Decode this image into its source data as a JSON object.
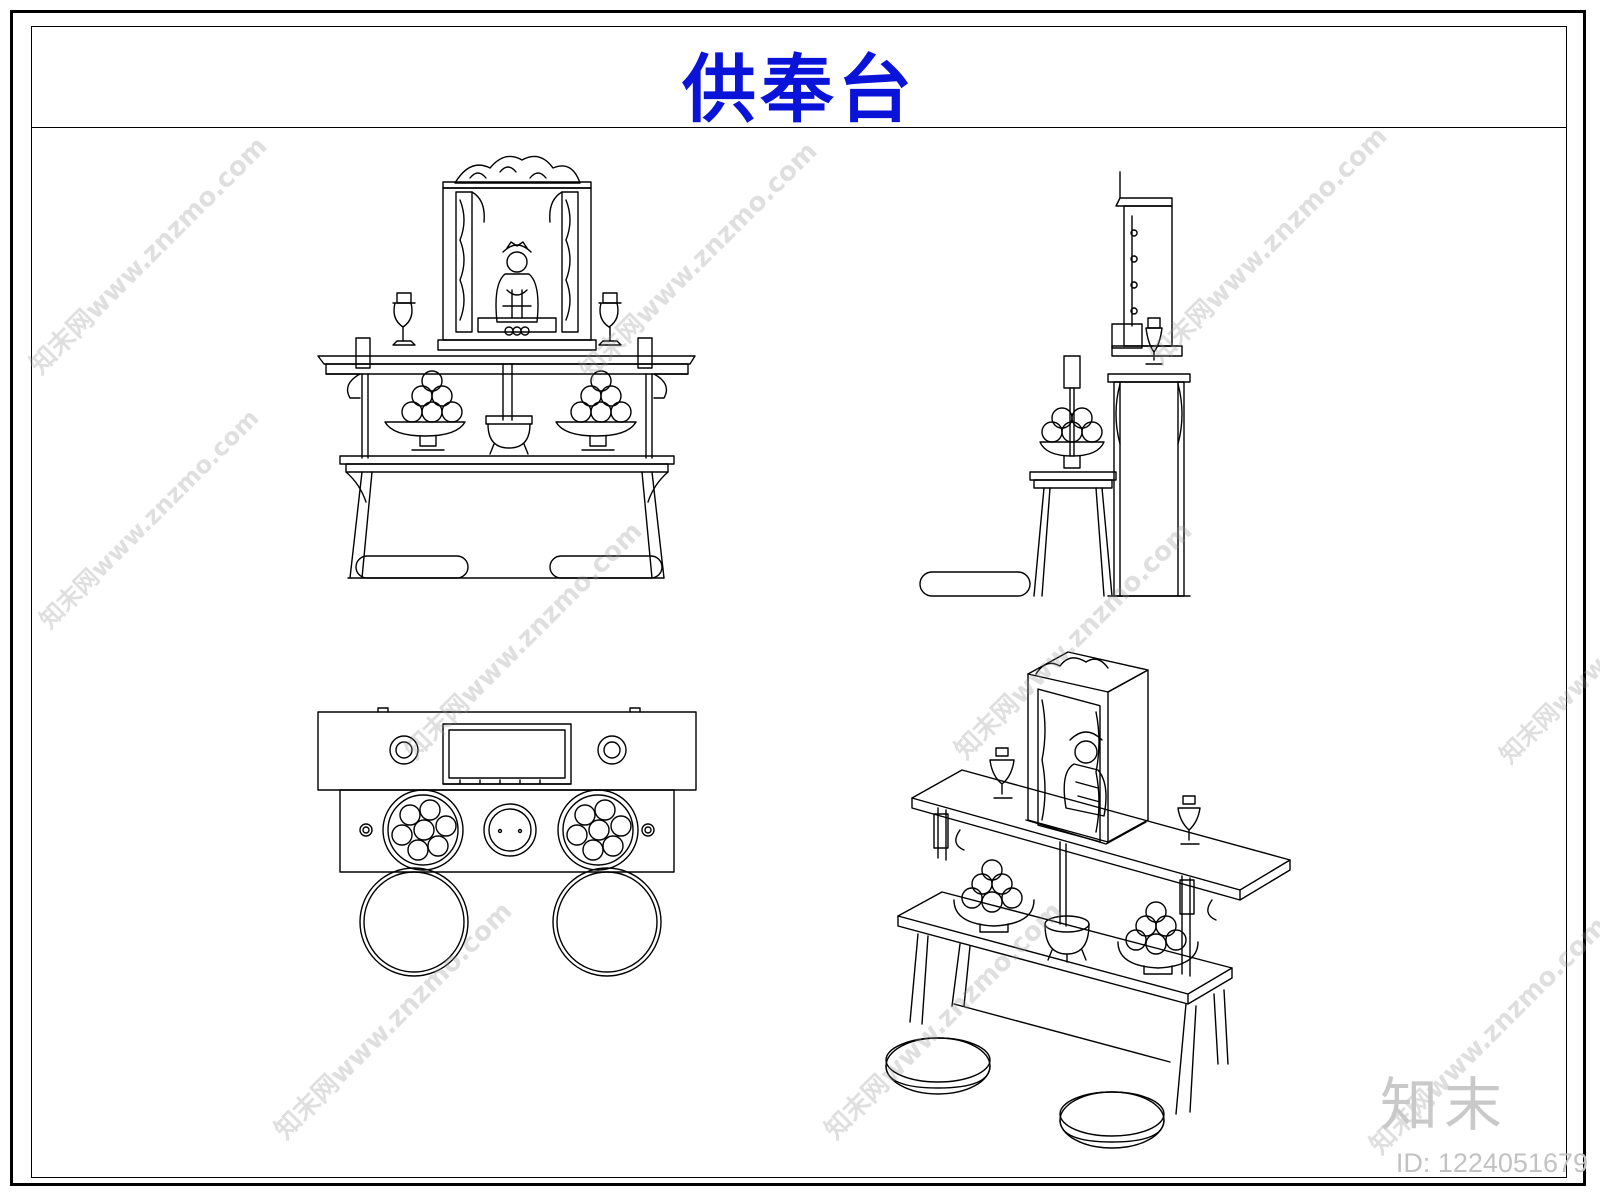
{
  "title": "供奉台",
  "watermark": {
    "site": "知末网www.znzmo.com",
    "logo": "知末",
    "id": "ID: 1224051679"
  },
  "colors": {
    "title": "#0a14d8",
    "line": "#000000"
  }
}
